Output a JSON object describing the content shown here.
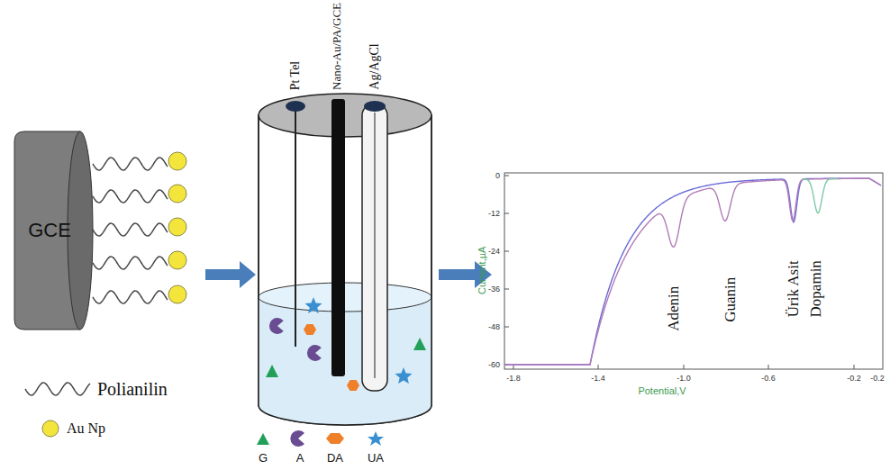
{
  "diagram": {
    "nodes": [
      {
        "text": [
          "GCE"
        ]
      }
    ],
    "labels": [
      "Pt Tel",
      "Nano-Au/PA/GCE",
      "Ag/AgCl",
      "0",
      "-12",
      "-24",
      "-36",
      "-48",
      "-60",
      "-1.8",
      "-1.4",
      "-1.0",
      "-0.6",
      "-0.2",
      "-0.2",
      "Current,µA",
      "Potential,V",
      "Adenin",
      "Guanin",
      "Ürik Asit",
      "Dopamin"
    ],
    "legend": [
      {
        "text": "Polianilin"
      },
      {
        "text": "Au Np"
      },
      {
        "text": "G"
      },
      {
        "text": "A"
      },
      {
        "text": "DA"
      },
      {
        "text": "UA"
      }
    ]
  }
}
